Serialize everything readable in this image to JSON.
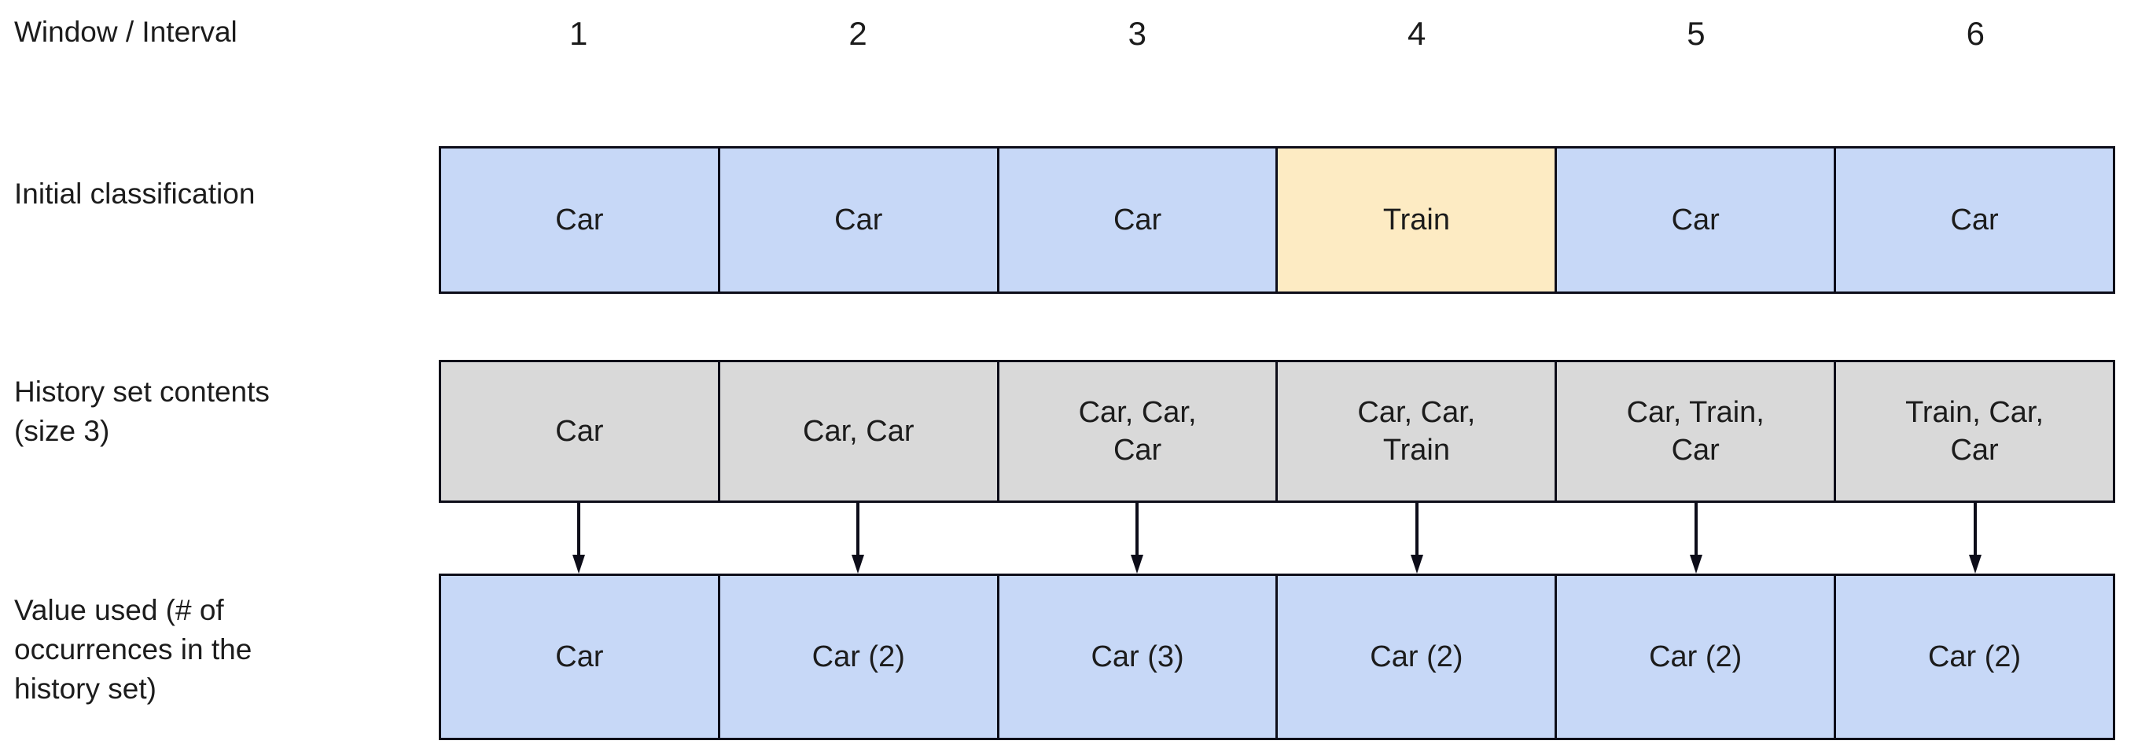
{
  "diagram": {
    "title_implied": "Sliding window history-set voting example",
    "colors": {
      "blue_fill": "#c7d8f7",
      "yellow_fill": "#fdebc3",
      "gray_fill": "#d9d9d9",
      "border": "#0d0d19",
      "text": "#1c1c1c",
      "background": "#ffffff"
    },
    "row_labels": {
      "window": "Window / Interval",
      "initial": "Initial classification",
      "history": "History set contents\n(size 3)",
      "value": "Value used (# of\noccurrences in the\nhistory set)"
    },
    "columns": [
      "1",
      "2",
      "3",
      "4",
      "5",
      "6"
    ],
    "rows": {
      "initial_classification": [
        {
          "text": "Car",
          "fill": "blue"
        },
        {
          "text": "Car",
          "fill": "blue"
        },
        {
          "text": "Car",
          "fill": "blue"
        },
        {
          "text": "Train",
          "fill": "yellow"
        },
        {
          "text": "Car",
          "fill": "blue"
        },
        {
          "text": "Car",
          "fill": "blue"
        }
      ],
      "history_set_contents": [
        {
          "text": "Car",
          "fill": "gray"
        },
        {
          "text": "Car, Car",
          "fill": "gray"
        },
        {
          "text": "Car, Car,\nCar",
          "fill": "gray"
        },
        {
          "text": "Car, Car,\nTrain",
          "fill": "gray"
        },
        {
          "text": "Car, Train,\nCar",
          "fill": "gray"
        },
        {
          "text": "Train, Car,\nCar",
          "fill": "gray"
        }
      ],
      "value_used": [
        {
          "text": "Car",
          "fill": "blue"
        },
        {
          "text": "Car (2)",
          "fill": "blue"
        },
        {
          "text": "Car (3)",
          "fill": "blue"
        },
        {
          "text": "Car (2)",
          "fill": "blue"
        },
        {
          "text": "Car (2)",
          "fill": "blue"
        },
        {
          "text": "Car (2)",
          "fill": "blue"
        }
      ]
    },
    "arrows": {
      "count": 6,
      "direction": "down",
      "from_row": "history_set_contents",
      "to_row": "value_used"
    }
  }
}
